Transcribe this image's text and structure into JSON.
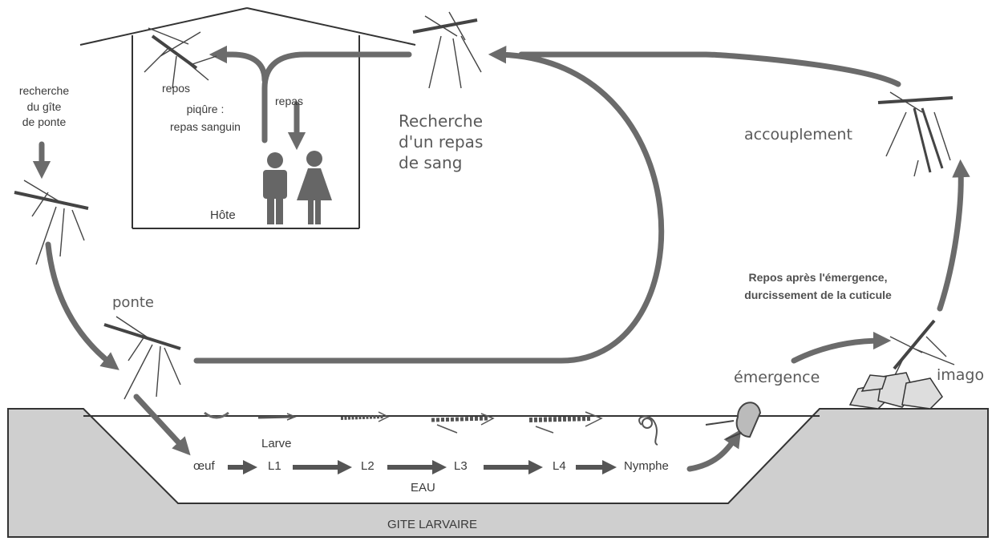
{
  "host_box": {
    "resting": "repos",
    "bite": "piqûre :",
    "blood_meal": "repas sanguin",
    "meal": "repas",
    "host": "Hôte"
  },
  "cycle": {
    "search_laying_site": [
      "recherche",
      "du gîte",
      "de ponte"
    ],
    "egg_laying": "ponte",
    "search_blood_meal": [
      "Recherche",
      "d'un repas",
      "de sang"
    ],
    "mating": "accouplement",
    "rest_after_emergence": [
      "Repos après l'émergence,",
      "durcissement de la cuticule"
    ],
    "emergence": "émergence",
    "adult": "imago"
  },
  "aquatic": {
    "larva_title": "Larve",
    "stages": [
      "œuf",
      "L1",
      "L2",
      "L3",
      "L4",
      "Nymphe"
    ],
    "water": "EAU",
    "breeding_site": "GITE LARVAIRE"
  },
  "colors": {
    "ground": "#cfcfcf",
    "arrow": "#6b6b6b",
    "line": "#333333",
    "text": "#3a3a3a",
    "figure": "#666666"
  }
}
